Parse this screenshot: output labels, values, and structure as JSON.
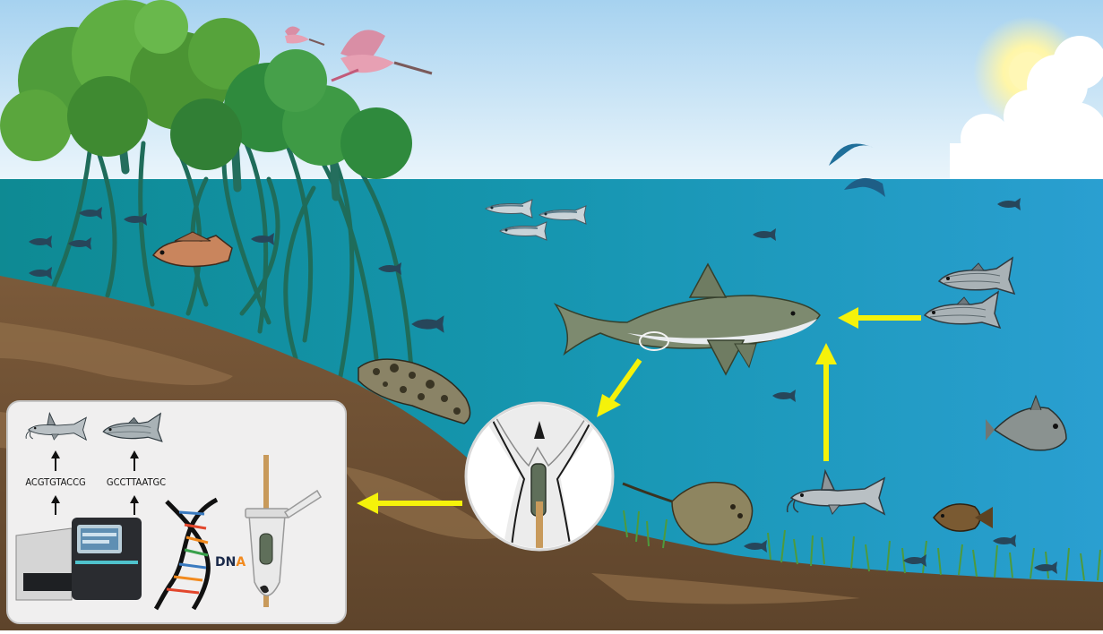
{
  "diagram": {
    "sequences": [
      {
        "label": "ACGTGTACCG",
        "organism": "catfish"
      },
      {
        "label": "GCCTTAATGC",
        "organism": "mullet"
      }
    ],
    "dna_label": {
      "prefix": "DN",
      "suffix": "A"
    },
    "colors": {
      "sky_top": "#a9d3ef",
      "sky_bottom": "#e8f4fb",
      "water_left": "#0f8a95",
      "water_right": "#2b9fd0",
      "sediment": "#7a5a3c",
      "arrow": "#f5f20a",
      "inset_panel": "#f0efef",
      "dna_accent": "#f28a1e"
    }
  }
}
